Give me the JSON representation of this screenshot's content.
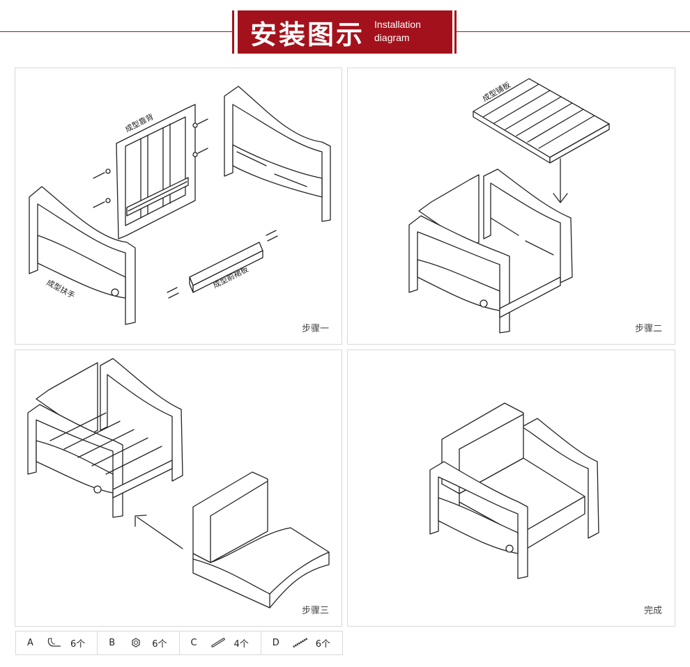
{
  "header": {
    "title_cn": "安装图示",
    "title_en_line1": "Installation",
    "title_en_line2": "diagram",
    "accent_color": "#a3121c"
  },
  "steps": [
    {
      "label": "步骤一",
      "parts": {
        "backrest": "成型靠背",
        "armrest": "成型扶手",
        "front_panel": "成型前裙板"
      }
    },
    {
      "label": "步骤二",
      "parts": {
        "slats": "成型铺板"
      }
    },
    {
      "label": "步骤三"
    },
    {
      "label": "完成"
    }
  ],
  "hardware": [
    {
      "letter": "A",
      "icon": "allen-key-icon",
      "count": "6个"
    },
    {
      "letter": "B",
      "icon": "nut-icon",
      "count": "6个"
    },
    {
      "letter": "C",
      "icon": "dowel-icon",
      "count": "4个"
    },
    {
      "letter": "D",
      "icon": "screw-icon",
      "count": "6个"
    }
  ]
}
